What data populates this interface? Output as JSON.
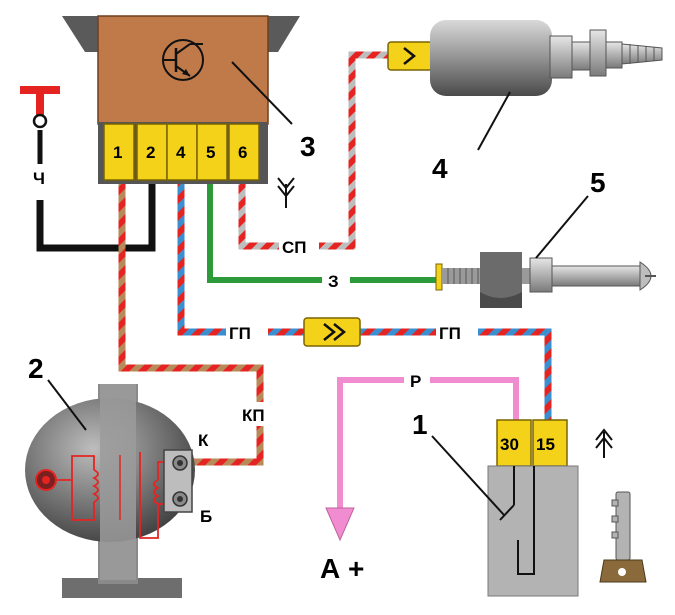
{
  "components": {
    "c1": "1",
    "c2": "2",
    "c3": "3",
    "c4": "4",
    "c5": "5"
  },
  "controller_pins": [
    "1",
    "2",
    "4",
    "5",
    "6"
  ],
  "switch_pins": [
    "30",
    "15"
  ],
  "wire_labels": {
    "ch": "Ч",
    "sp": "СП",
    "z": "З",
    "gp_left": "ГП",
    "gp_right": "ГП",
    "kp": "КП",
    "r": "Р"
  },
  "terminals": {
    "k": "К",
    "b": "Б"
  },
  "battery_label": "А +",
  "colors": {
    "controller_body": "#c07a4a",
    "connector_yellow": "#f4d21a",
    "red": "#e52421",
    "blue": "#3a8fd0",
    "brown": "#b88a5a",
    "green": "#2e9b3a",
    "pink": "#f08ccf",
    "grey_body": "#9b9b9b",
    "black": "#111111"
  }
}
